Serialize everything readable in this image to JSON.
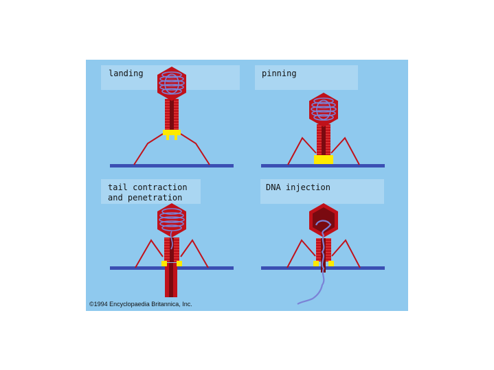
{
  "stages": [
    {
      "label": "landing"
    },
    {
      "label": "pinning"
    },
    {
      "label": "tail contraction\nand penetration"
    },
    {
      "label": "DNA injection"
    }
  ],
  "credit": "©1994 Encyclopaedia Britannica, Inc.",
  "colors": {
    "background": "#8fc9ee",
    "label_box": "#aad6f2",
    "capsid": "#c0111a",
    "capsid_dark": "#7a0a10",
    "dna": "#7b82d6",
    "baseplate": "#ffea00",
    "surface": "#3b4fb3"
  }
}
